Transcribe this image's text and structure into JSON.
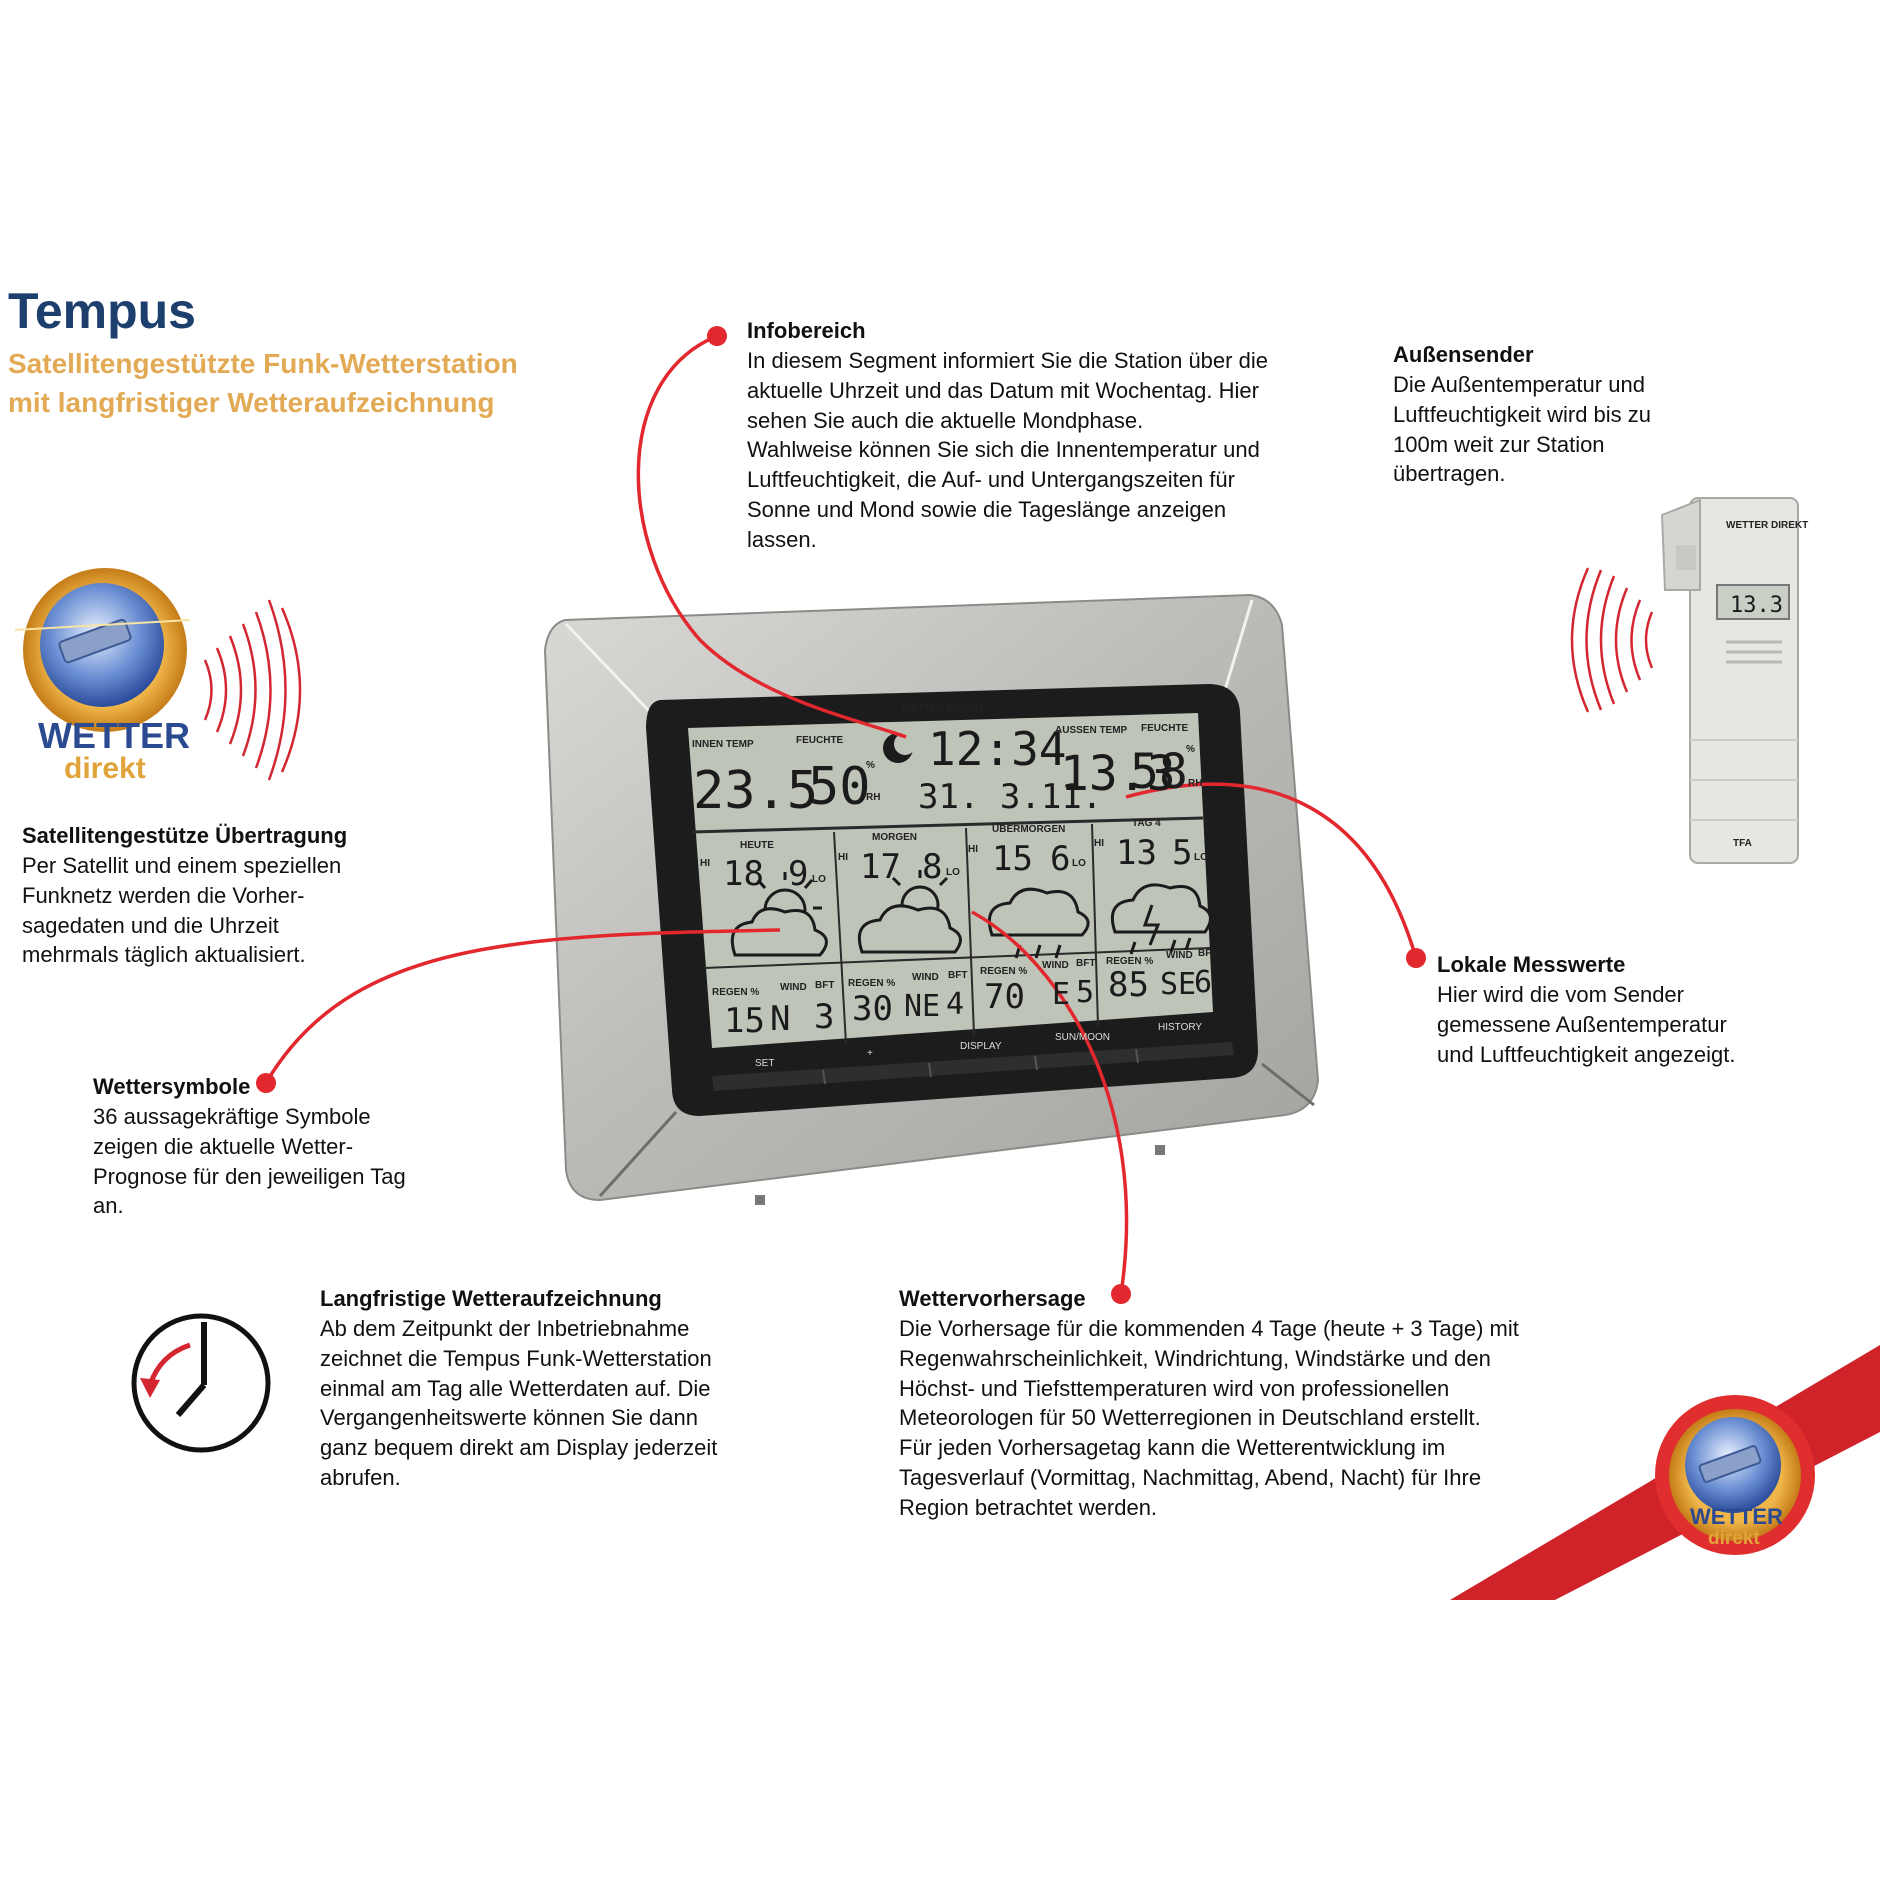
{
  "header": {
    "title": "Tempus",
    "subtitle_lines": [
      "Satellitengestützte Funk-Wetterstation",
      "mit langfristiger Wetteraufzeichnung"
    ]
  },
  "colors": {
    "accent_red": "#e2282e",
    "title_blue": "#1d3f6e",
    "subtitle_gold": "#e2aa55"
  },
  "logo": {
    "line1": "WETTER",
    "line2": "direkt"
  },
  "blocks": {
    "infobereich": {
      "heading": "Infobereich",
      "lines": [
        "In diesem Segment informiert Sie die Station über die",
        "aktuelle Uhrzeit und das Datum mit Wochentag. Hier",
        "sehen Sie auch die aktuelle Mondphase.",
        "Wahlweise können Sie sich die Innentemperatur und",
        "Luftfeuchtigkeit, die Auf- und Untergangszeiten für",
        "Sonne und Mond sowie die Tageslänge anzeigen",
        "lassen."
      ]
    },
    "aussensender": {
      "heading": "Außensender",
      "lines": [
        "Die Außentemperatur und",
        "Luftfeuchtigkeit wird bis zu",
        "100m weit zur Station",
        "übertragen."
      ]
    },
    "satellit": {
      "heading": "Satellitengestütze Übertragung",
      "lines": [
        "Per Satellit und einem speziellen",
        "Funknetz werden die Vorher-",
        "sagedaten und die Uhrzeit",
        "mehrmals täglich aktualisiert."
      ]
    },
    "lokale": {
      "heading": "Lokale Messwerte",
      "lines": [
        "Hier wird die vom Sender",
        "gemessene Außentemperatur",
        "und Luftfeuchtigkeit angezeigt."
      ]
    },
    "symbole": {
      "heading": "Wettersymbole",
      "lines": [
        "36 aussagekräftige Symbole",
        "zeigen die aktuelle Wetter-",
        "Prognose für den jeweiligen Tag",
        "an."
      ]
    },
    "aufzeichnung": {
      "heading": "Langfristige Wetteraufzeichnung",
      "lines": [
        "Ab dem Zeitpunkt der Inbetriebnahme",
        "zeichnet die Tempus Funk-Wetterstation",
        "einmal am Tag alle Wetterdaten auf. Die",
        "Vergangenheitswerte können Sie dann",
        "ganz bequem direkt am Display jederzeit",
        "abrufen."
      ]
    },
    "vorhersage": {
      "heading": "Wettervorhersage",
      "lines": [
        "Die Vorhersage für die kommenden 4 Tage (heute + 3 Tage) mit",
        "Regenwahrscheinlichkeit, Windrichtung, Windstärke und den",
        "Höchst- und Tiefsttemperaturen wird von professionellen",
        "Meteorologen für 50 Wetterregionen in Deutschland erstellt.",
        "Für jeden Vorhersagetag kann die Wetterentwicklung im",
        "Tagesverlauf (Vormittag, Nachmittag, Abend, Nacht) für Ihre",
        "Region betrachtet werden."
      ]
    }
  },
  "device": {
    "brand": "WETTER DIREKT",
    "indoor_label": "INNEN TEMP",
    "indoor_temp": "23.5",
    "indoor_hum_label": "FEUCHTE",
    "indoor_hum": "50",
    "percent": "%",
    "rh": "RH",
    "time": "12:34",
    "date": "31. 3.11.",
    "outdoor_label": "AUSSEN TEMP",
    "outdoor_temp": "13.3",
    "outdoor_hum_label": "FEUCHTE",
    "outdoor_hum": "58",
    "hi": "HI",
    "lo": "LO",
    "regen_label": "REGEN %",
    "wind_label": "WIND",
    "bft_label": "BFT",
    "days": [
      {
        "name": "HEUTE",
        "hi": "18",
        "lo": "9",
        "regen": "15",
        "wind": "N",
        "bft": "3"
      },
      {
        "name": "MORGEN",
        "hi": "17",
        "lo": "8",
        "regen": "30",
        "wind": "NE",
        "bft": "4"
      },
      {
        "name": "ÜBERMORGEN",
        "hi": "15",
        "lo": "6",
        "regen": "70",
        "wind": "E",
        "bft": "5"
      },
      {
        "name": "TAG 4",
        "hi": "13",
        "lo": "5",
        "regen": "85",
        "wind": "SE",
        "bft": "6"
      }
    ],
    "buttons": [
      "SET",
      "+",
      "DISPLAY",
      "SUN/MOON",
      "HISTORY"
    ]
  },
  "sensor": {
    "reading": "13.3",
    "brand": "WETTER DIREKT",
    "maker": "TFA"
  }
}
